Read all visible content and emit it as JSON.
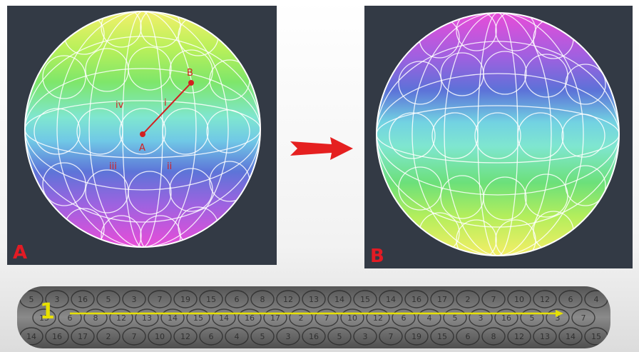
{
  "panels": [
    {
      "letter": "A",
      "labels": {
        "point_a": "A",
        "point_b": "B",
        "region_i": "i",
        "region_ii": "ii",
        "region_iii": "iii",
        "region_iv": "iv"
      }
    },
    {
      "letter": "B"
    }
  ],
  "strip": {
    "label": "1",
    "cells": [
      "5",
      "3",
      "16",
      "5",
      "3",
      "7",
      "19",
      "15",
      "6",
      "8",
      "12",
      "13",
      "14",
      "15",
      "14",
      "16",
      "17",
      "2",
      "7",
      "10",
      "12",
      "6",
      "4"
    ]
  },
  "colors": {
    "accent_red": "#e21b24",
    "arrow_red": "#e52020",
    "strip_arrow": "#e6e000",
    "panel_bg": "#333a45"
  }
}
